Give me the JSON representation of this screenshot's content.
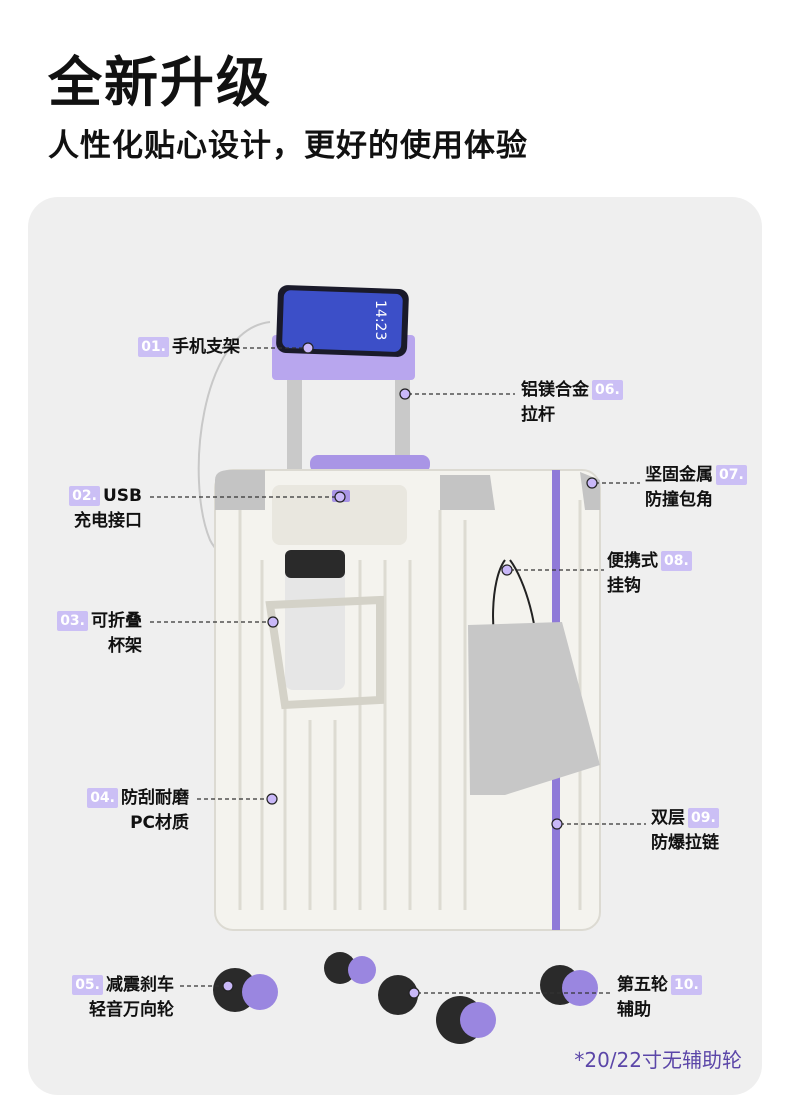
{
  "header": {
    "title": "全新升级",
    "subtitle": "人性化贴心设计，更好的使用体验"
  },
  "phone": {
    "time": "14:23"
  },
  "features": [
    {
      "num": "01.",
      "line1": "手机支架",
      "line2": ""
    },
    {
      "num": "02.",
      "line1": "USB",
      "line2": "充电接口"
    },
    {
      "num": "03.",
      "line1": "可折叠",
      "line2": "杯架"
    },
    {
      "num": "04.",
      "line1": "防刮耐磨",
      "line2": "PC材质"
    },
    {
      "num": "05.",
      "line1": "减震刹车",
      "line2": "轻音万向轮"
    },
    {
      "num": "06.",
      "line1": "铝镁合金",
      "line2": "拉杆"
    },
    {
      "num": "07.",
      "line1": "坚固金属",
      "line2": "防撞包角"
    },
    {
      "num": "08.",
      "line1": "便携式",
      "line2": "挂钩"
    },
    {
      "num": "09.",
      "line1": "双层",
      "line2": "防爆拉链"
    },
    {
      "num": "10.",
      "line1": "第五轮",
      "line2": "辅助"
    }
  ],
  "footnote": "*20/22寸无辅助轮",
  "colors": {
    "accent": "#cbbff5",
    "dot": "#c9b8f8",
    "panel": "#efefef",
    "footnote": "#5b46a8"
  }
}
